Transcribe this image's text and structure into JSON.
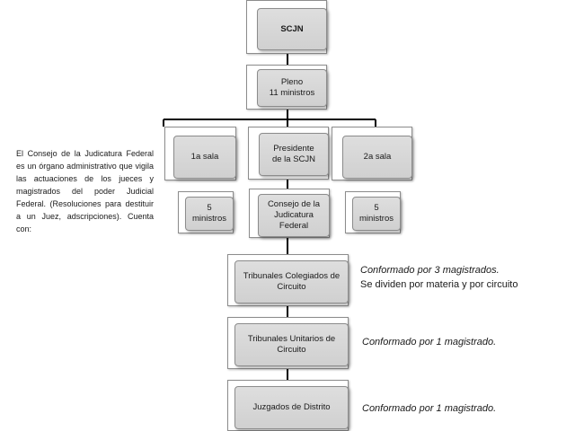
{
  "description": "El Consejo de la Judicatura Federal es un órgano administrativo que vigila las actuaciones de los jueces y magistrados del poder Judicial Federal. (Resoluciones para destituir a un Juez, adscripciones). Cuenta con:",
  "nodes": {
    "scjn": "SCJN",
    "pleno_line1": "Pleno",
    "pleno_line2": "11 ministros",
    "sala1": "1a sala",
    "sala1_ministros_line1": "5",
    "sala1_ministros_line2": "ministros",
    "presidente": "Presidente de la SCJN",
    "consejo": "Consejo de la Judicatura Federal",
    "sala2": "2a sala",
    "sala2_ministros_line1": "5",
    "sala2_ministros_line2": "ministros",
    "colegiados": "Tribunales Colegiados de Circuito",
    "unitarios": "Tribunales Unitarios de Circuito",
    "juzgados": "Juzgados de Distrito"
  },
  "notes": {
    "colegiados_line1": "Conformado por 3 magistrados.",
    "colegiados_line2": "Se dividen por materia y por circuito",
    "unitarios": "Conformado por 1 magistrado.",
    "juzgados": "Conformado por 1 magistrado."
  },
  "colors": {
    "box_fill": "#d6d6d6",
    "border": "#8c8c8c",
    "connector": "#000000"
  }
}
